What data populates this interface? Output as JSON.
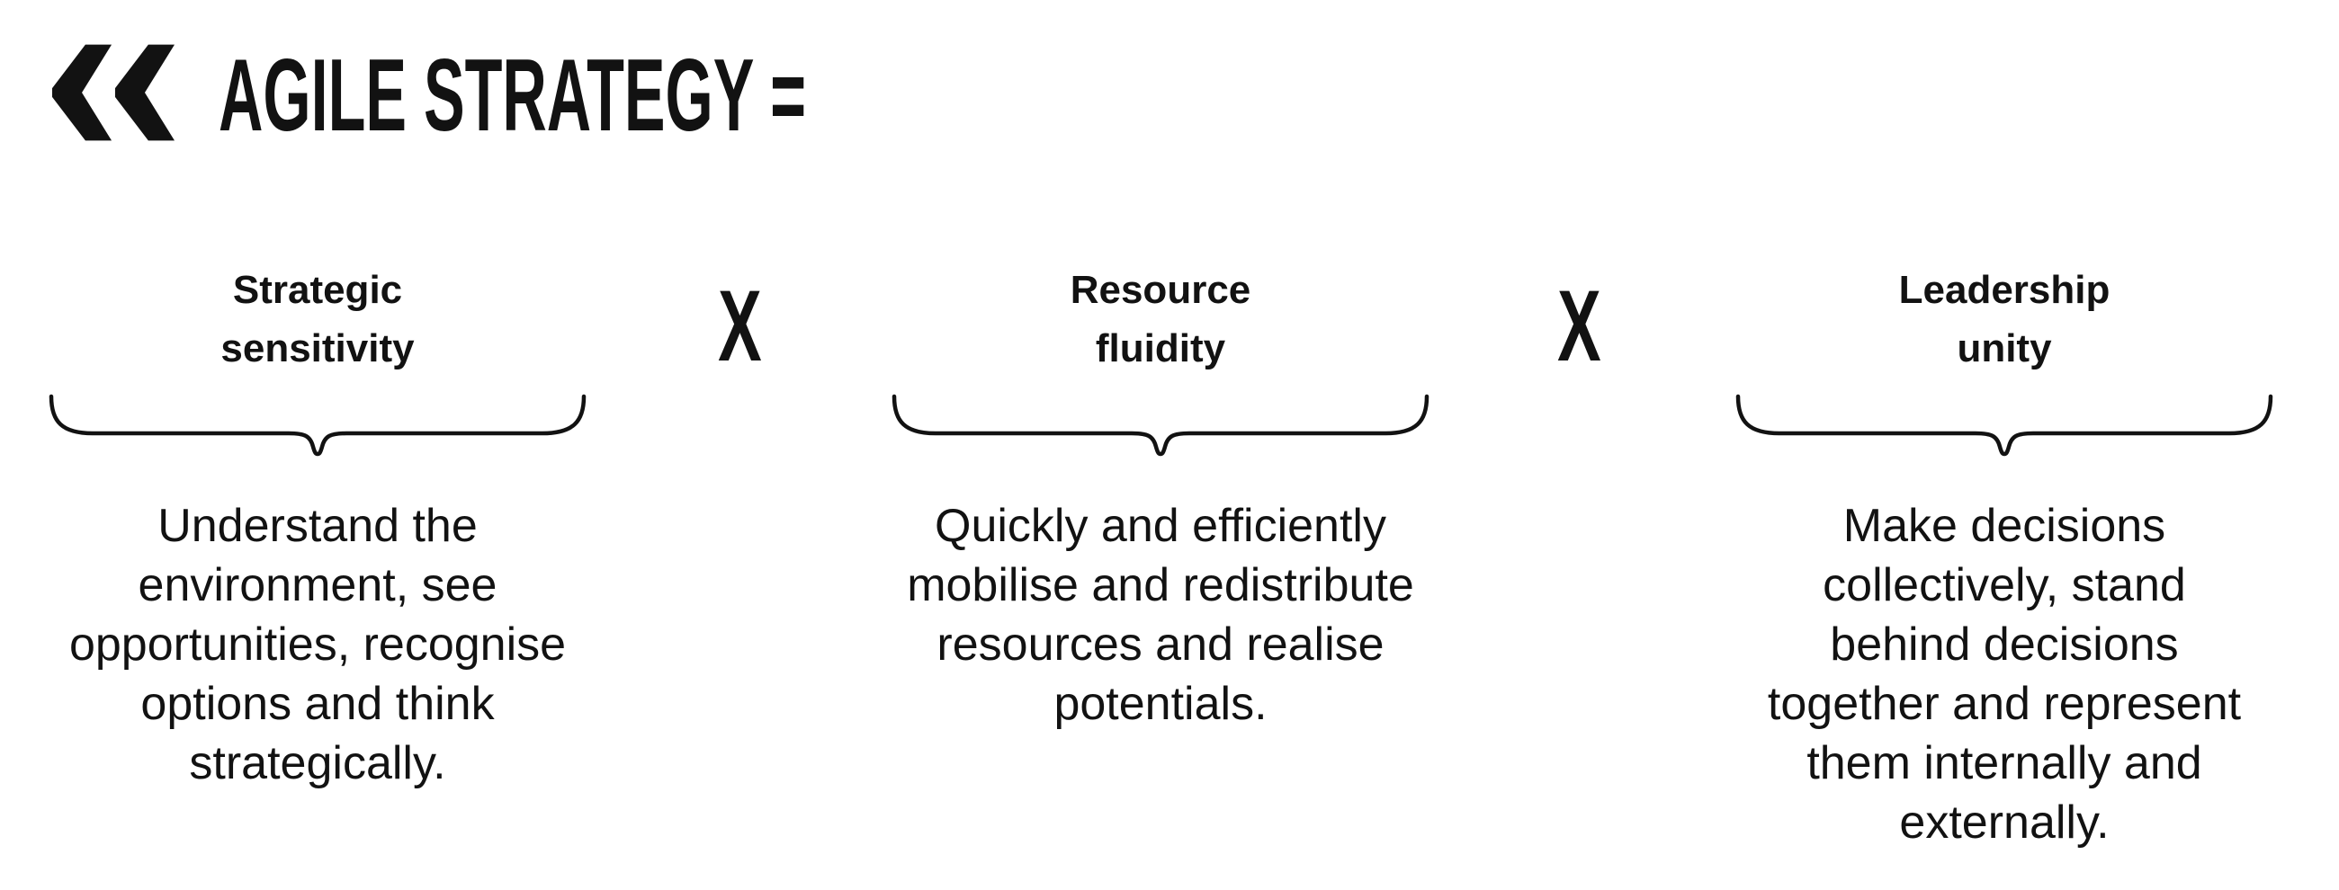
{
  "page": {
    "background": "#ffffff",
    "text_color": "#121212"
  },
  "header": {
    "logo_icon": "double-chevron-left-icon",
    "title": "AGILE STRATEGY ="
  },
  "equation": {
    "operator": "X",
    "terms": [
      {
        "heading": "Strategic\nsensitivity",
        "description": "Understand the\nenvironment, see\nopportunities, recognise\noptions and think\nstrategically."
      },
      {
        "heading": "Resource\nfluidity",
        "description": "Quickly and efficiently\nmobilise and redistribute\nresources and realise\npotentials."
      },
      {
        "heading": "Leadership\nunity",
        "description": "Make decisions\ncollectively, stand\nbehind decisions\ntogether and represent\nthem internally and\nexternally."
      }
    ]
  }
}
